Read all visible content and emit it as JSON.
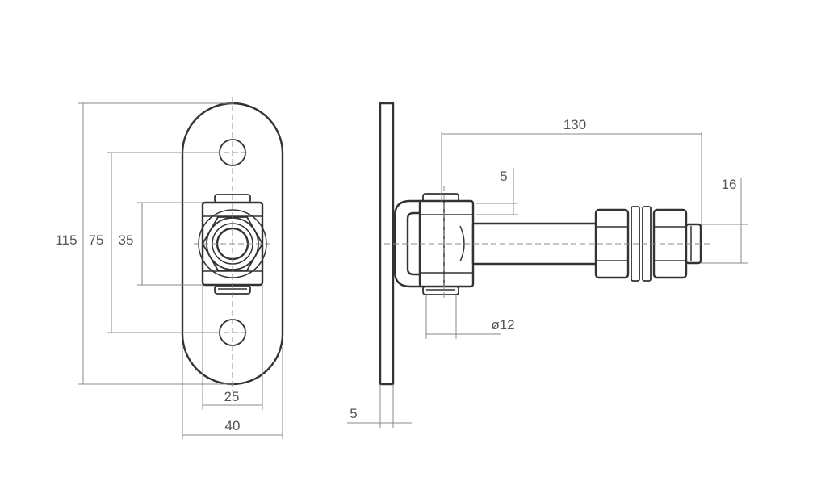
{
  "dimensions": {
    "overall_height": "115",
    "hole_spacing": "75",
    "bracket_height": "35",
    "inner_width": "25",
    "plate_width": "40",
    "plate_thickness": "5",
    "pin_length": "130",
    "offset": "5",
    "pin_diameter": "ø12",
    "thread_size": "16"
  }
}
